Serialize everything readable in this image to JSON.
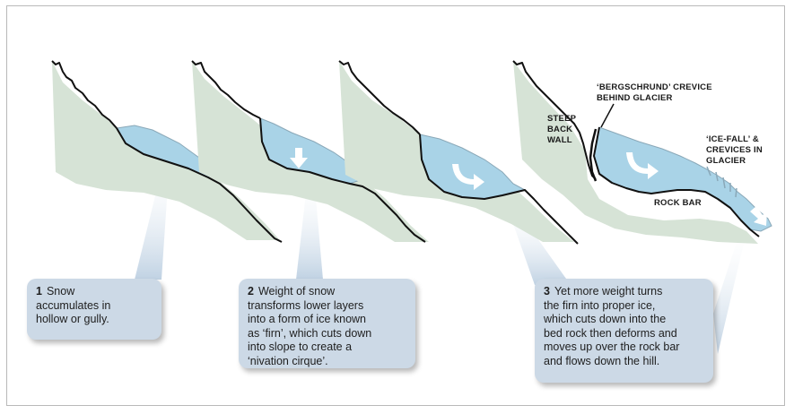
{
  "captions": [
    {
      "number": "1",
      "text": "Snow\naccumulates in\nhollow or gully."
    },
    {
      "number": "2",
      "text": "Weight of snow\ntransforms lower layers\ninto a form of ice known\nas ‘firn’, which cuts down\ninto slope to create a\n‘nivation cirque’."
    },
    {
      "number": "3",
      "text": "Yet more weight turns\nthe firn into proper ice,\nwhich cuts down into the\nbed rock then deforms and\nmoves up over the rock bar\nand flows down the hill."
    }
  ],
  "labels": {
    "bergschrund": "‘BERGSCHRUND’ CREVICE\nBEHIND GLACIER",
    "steep_back_wall": "STEEP\nBACK\nWALL",
    "ice_fall": "‘ICE-FALL’ &\nCREVICES IN\nGLACIER",
    "rock_bar": "ROCK BAR"
  },
  "colors": {
    "slope": "#d6e3d6",
    "ice": "#a9d3e7",
    "caption_box": "#ccd9e6",
    "rock_line": "#111111"
  },
  "icons": [
    "arrow-down-icon",
    "curved-arrow-icon",
    "flow-arrow-icon"
  ]
}
